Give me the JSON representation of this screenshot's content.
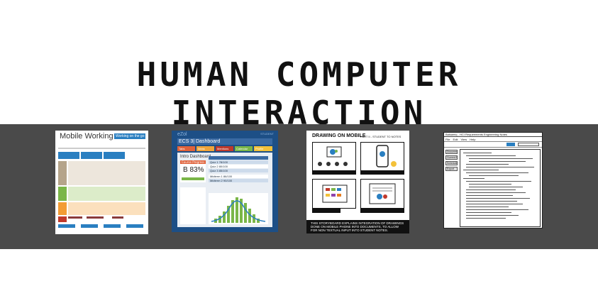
{
  "title": "HUMAN COMPUTER INTERACTION",
  "thumb1": {
    "title": "Mobile Working",
    "tag": "Working on the go",
    "colors": {
      "blue": "#2a7fc1",
      "green": "#7ab648",
      "orange": "#f39c34",
      "red": "#c0392b"
    }
  },
  "thumb2": {
    "logo": "eZol",
    "user": "STUDENT",
    "header": "ECS 3| Dashboard",
    "tabs": [
      "Tabs",
      "Ideas",
      "Mentions",
      "Calendar",
      "Profile"
    ],
    "tab_colors": [
      "#e0623a",
      "#f0a43a",
      "#c0392b",
      "#7ab648",
      "#f3c13a"
    ],
    "panel_label": "Intro Dashboard",
    "box_label": "Course Progress",
    "grade": "B 83%",
    "rows": [
      "Quiz 1",
      "Quiz 2",
      "Quiz 3",
      "Midterm 1",
      "Midterm 2"
    ],
    "scores": [
      "78/100",
      "80/100",
      "85/100",
      "86/100",
      "90/100"
    ]
  },
  "thumb3": {
    "title": "DRAWING ON MOBILE",
    "subtitle": "PART II - STUDENT TO NOTES",
    "footer": "THIS STORYBOARD EXPLAINS INTEGRATION OF DRAWINGS DONE ON MOBILE PHONE INTO DOCUMENTS, TO ALLOW FOR NON TEXTUAL INPUT INTO STUDENT NOTES."
  },
  "thumb4": {
    "titlebar": "Balsamiq - HCI Requirements Engineering Notes",
    "menu": "File Edit View Help",
    "sidebar": [
      "Documents",
      "Current Notes",
      "Schedule",
      "Export"
    ]
  }
}
